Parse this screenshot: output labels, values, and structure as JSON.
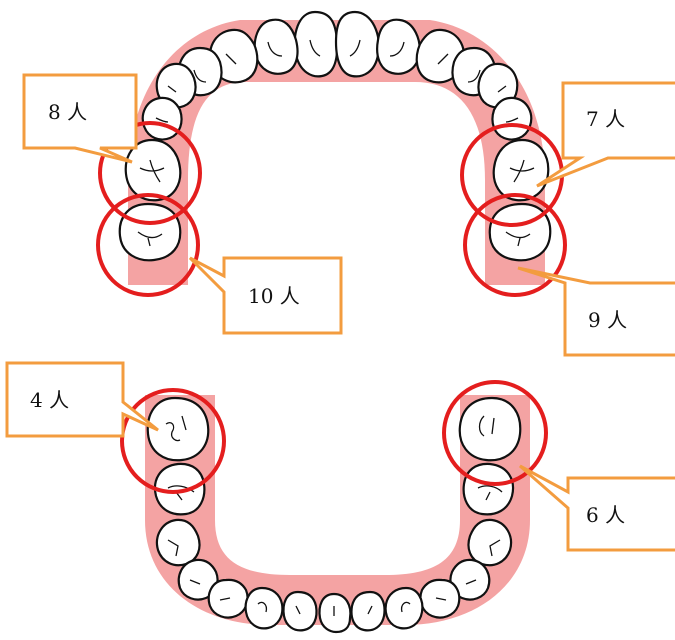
{
  "colors": {
    "gum": "#f4a3a3",
    "tooth_fill": "#ffffff",
    "tooth_outline": "#111111",
    "circle": "#e41e1e",
    "callout_border": "#f39c3f",
    "background": "#ffffff"
  },
  "callouts": {
    "upper_left_premolar": {
      "label": "8 人"
    },
    "upper_left_molar": {
      "label": "10 人"
    },
    "upper_right_premolar": {
      "label": "7 人"
    },
    "upper_right_molar": {
      "label": "9 人"
    },
    "lower_left_molar": {
      "label": "4 人"
    },
    "lower_right_molar": {
      "label": "6 人"
    }
  }
}
